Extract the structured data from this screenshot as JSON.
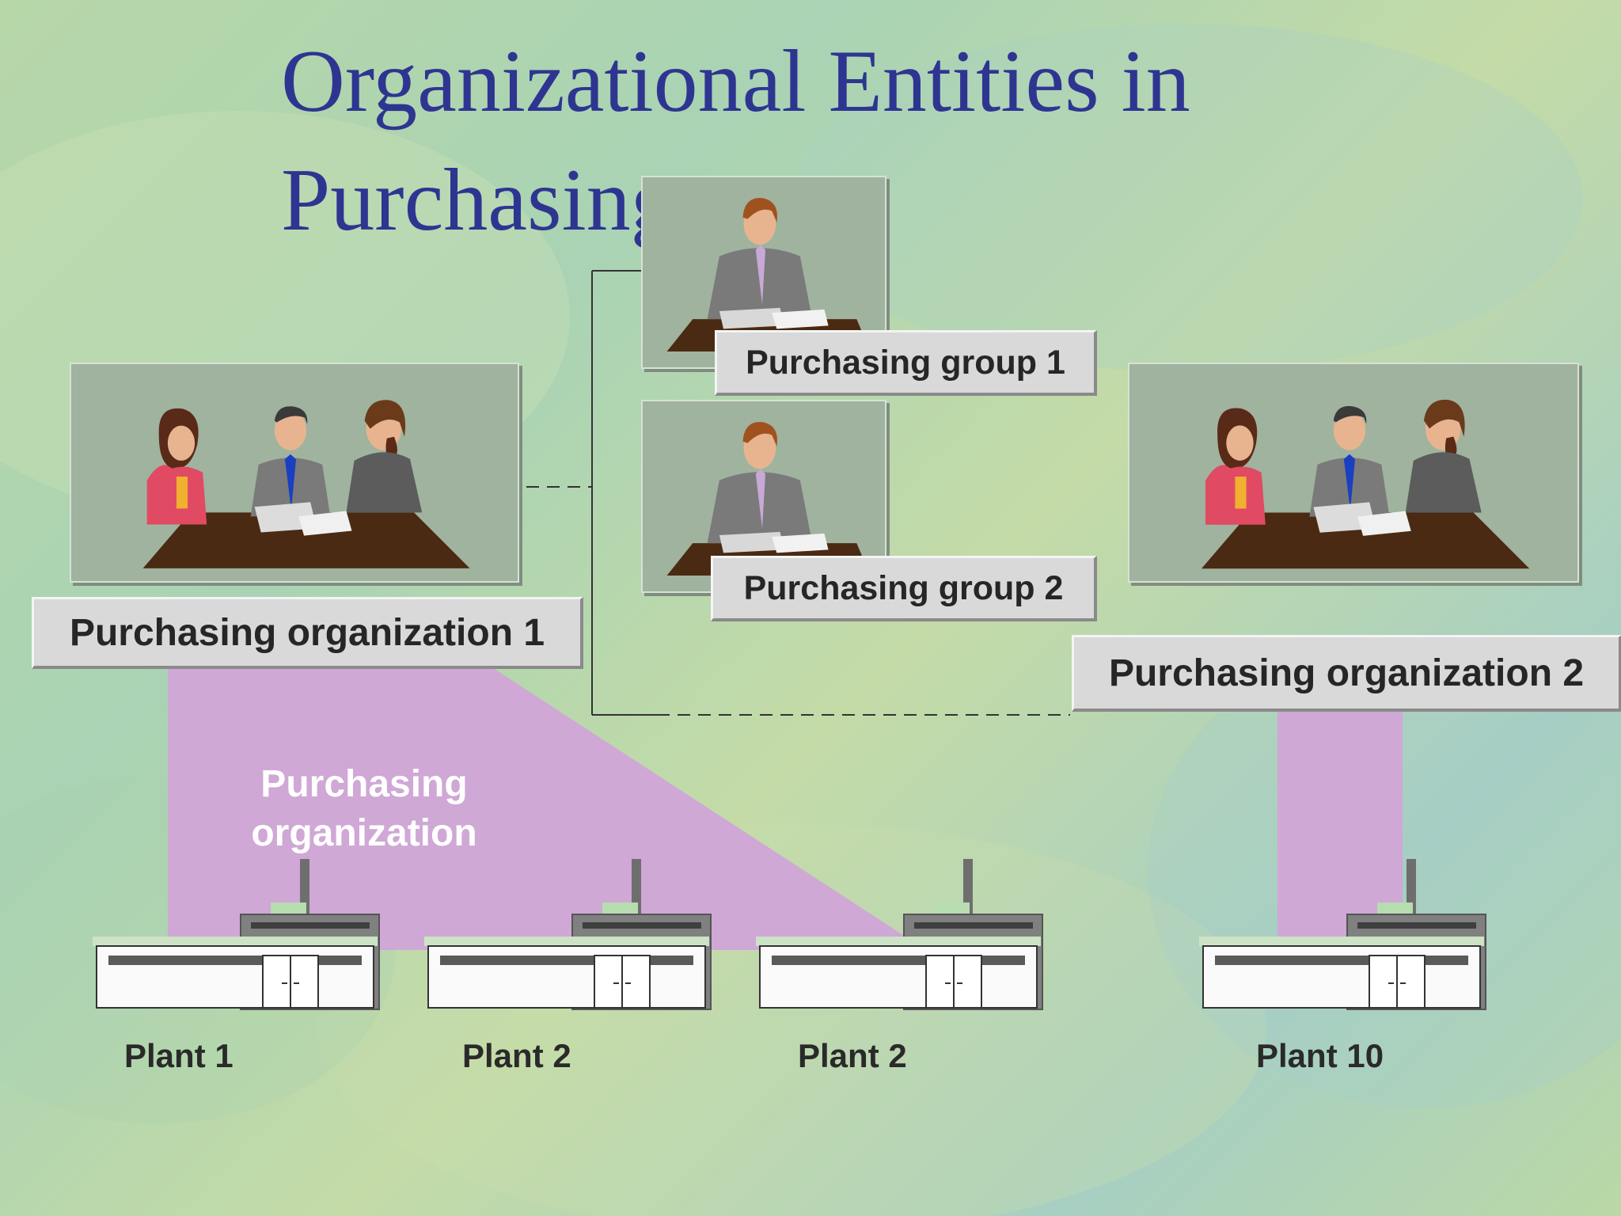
{
  "slide": {
    "title": "Organizational Entities in Purchasing",
    "colors": {
      "title": "#2e3591",
      "assignment_band": "#cfa8d6",
      "label_bg": "#d9d9d9"
    }
  },
  "diagram": {
    "purchasing_organizations": [
      {
        "label": "Purchasing organization 1",
        "icon": "meeting-group-picture"
      },
      {
        "label": "Purchasing organization 2",
        "icon": "meeting-group-picture"
      }
    ],
    "purchasing_groups": [
      {
        "label": "Purchasing group 1",
        "icon": "buyer-at-desk-picture"
      },
      {
        "label": "Purchasing group 2",
        "icon": "buyer-at-desk-picture"
      }
    ],
    "assignment_label": "Purchasing organization",
    "plants": [
      {
        "label": "Plant 1",
        "icon": "factory-icon"
      },
      {
        "label": "Plant 2",
        "icon": "factory-icon"
      },
      {
        "label": "Plant 2",
        "icon": "factory-icon"
      },
      {
        "label": "Plant 10",
        "icon": "factory-icon"
      }
    ]
  }
}
